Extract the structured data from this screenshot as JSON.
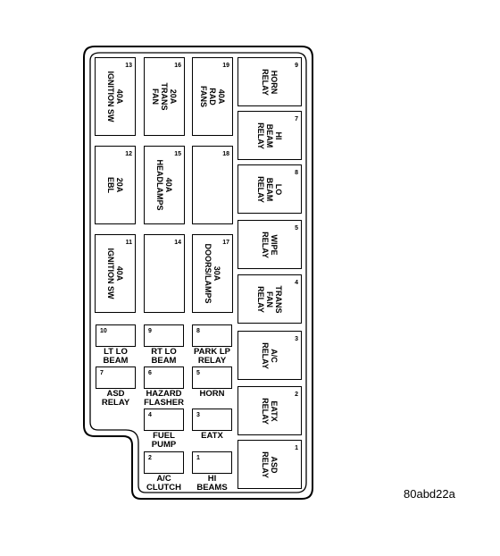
{
  "fuse_block": {
    "large_fuses": [
      {
        "num": "13",
        "lines": [
          "40A",
          "IGNITION SW"
        ]
      },
      {
        "num": "16",
        "lines": [
          "20A",
          "TRANS",
          "FAN"
        ]
      },
      {
        "num": "19",
        "lines": [
          "40A",
          "RAD",
          "FANS"
        ]
      },
      {
        "num": "12",
        "lines": [
          "20A",
          "EBL"
        ]
      },
      {
        "num": "15",
        "lines": [
          "40A",
          "HEADLAMPS"
        ]
      },
      {
        "num": "18",
        "lines": []
      },
      {
        "num": "11",
        "lines": [
          "40A",
          "IGNITION SW"
        ]
      },
      {
        "num": "14",
        "lines": []
      },
      {
        "num": "17",
        "lines": [
          "30A",
          "DOORS/LAMPS"
        ]
      }
    ],
    "relays": [
      {
        "num": "9",
        "lines": [
          "HORN",
          "RELAY"
        ]
      },
      {
        "num": "7",
        "lines": [
          "HI",
          "BEAM",
          "RELAY"
        ]
      },
      {
        "num": "8",
        "lines": [
          "LO",
          "BEAM",
          "RELAY"
        ]
      },
      {
        "num": "5",
        "lines": [
          "WIPE",
          "RELAY"
        ]
      },
      {
        "num": "4",
        "lines": [
          "TRANS",
          "FAN",
          "RELAY"
        ]
      },
      {
        "num": "3",
        "lines": [
          "A/C",
          "RELAY"
        ]
      },
      {
        "num": "2",
        "lines": [
          "EATX",
          "RELAY"
        ]
      },
      {
        "num": "1",
        "lines": [
          "ASD",
          "RELAY"
        ]
      }
    ],
    "small_fuses": [
      {
        "num": "10",
        "lines": [
          "LT LO",
          "BEAM"
        ]
      },
      {
        "num": "9",
        "lines": [
          "RT LO",
          "BEAM"
        ]
      },
      {
        "num": "8",
        "lines": [
          "PARK LP",
          "RELAY"
        ]
      },
      {
        "num": "7",
        "lines": [
          "ASD",
          "RELAY"
        ]
      },
      {
        "num": "6",
        "lines": [
          "HAZARD",
          "FLASHER"
        ]
      },
      {
        "num": "5",
        "lines": [
          "HORN"
        ]
      },
      {
        "num": "4",
        "lines": [
          "FUEL",
          "PUMP"
        ]
      },
      {
        "num": "3",
        "lines": [
          "EATX"
        ]
      },
      {
        "num": "2",
        "lines": [
          "A/C",
          "CLUTCH"
        ]
      },
      {
        "num": "1",
        "lines": [
          "HI",
          "BEAMS"
        ]
      }
    ]
  },
  "figure_code": "80abd22a"
}
